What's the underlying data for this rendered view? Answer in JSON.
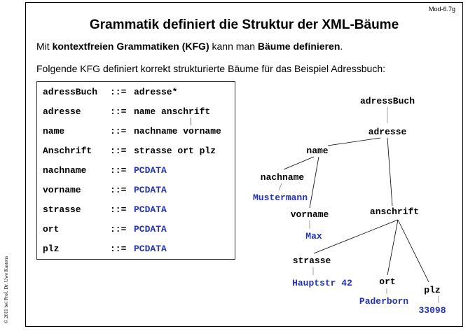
{
  "slide_id": "Mod-6.7g",
  "title": "Grammatik definiert die Struktur der XML-Bäume",
  "intro": {
    "pre": "Mit ",
    "b1": "kontextfreien Grammatiken (KFG)",
    "mid": " kann man ",
    "b2": "Bäume definieren",
    "post": "."
  },
  "lead": "Folgende KFG definiert korrekt strukturierte Bäume für das Beispiel Adressbuch:",
  "copyright": "© 2011 bei Prof. Dr. Uwe Kastens",
  "grammar": [
    {
      "lhs": "adressBuch",
      "op": "::=",
      "rhs": "adresse*",
      "terminal": false
    },
    {
      "lhs": "adresse",
      "op": "::=",
      "rhs": "name anschrift",
      "terminal": false
    },
    {
      "lhs": "name",
      "op": "::=",
      "rhs": "nachname vorname",
      "terminal": false
    },
    {
      "lhs": "Anschrift",
      "op": "::=",
      "rhs": "strasse ort plz",
      "terminal": false
    },
    {
      "lhs": "nachname",
      "op": "::=",
      "rhs": "PCDATA",
      "terminal": true
    },
    {
      "lhs": "vorname",
      "op": "::=",
      "rhs": "PCDATA",
      "terminal": true
    },
    {
      "lhs": "strasse",
      "op": "::=",
      "rhs": "PCDATA",
      "terminal": true
    },
    {
      "lhs": "ort",
      "op": "::=",
      "rhs": "PCDATA",
      "terminal": true
    },
    {
      "lhs": "plz",
      "op": "::=",
      "rhs": "PCDATA",
      "terminal": true
    }
  ],
  "tree": {
    "adressBuch": "adressBuch",
    "adresse": "adresse",
    "name": "name",
    "anschrift": "anschrift",
    "nachname": "nachname",
    "vorname": "vorname",
    "strasse": "strasse",
    "ort": "ort",
    "plz": "plz",
    "nachname_value": "Mustermann",
    "vorname_value": "Max",
    "strasse_value": "Hauptstr 42",
    "ort_value": "Paderborn",
    "plz_value": "33098"
  },
  "colors": {
    "terminal": "#1f2fd0",
    "text": "#000000"
  }
}
